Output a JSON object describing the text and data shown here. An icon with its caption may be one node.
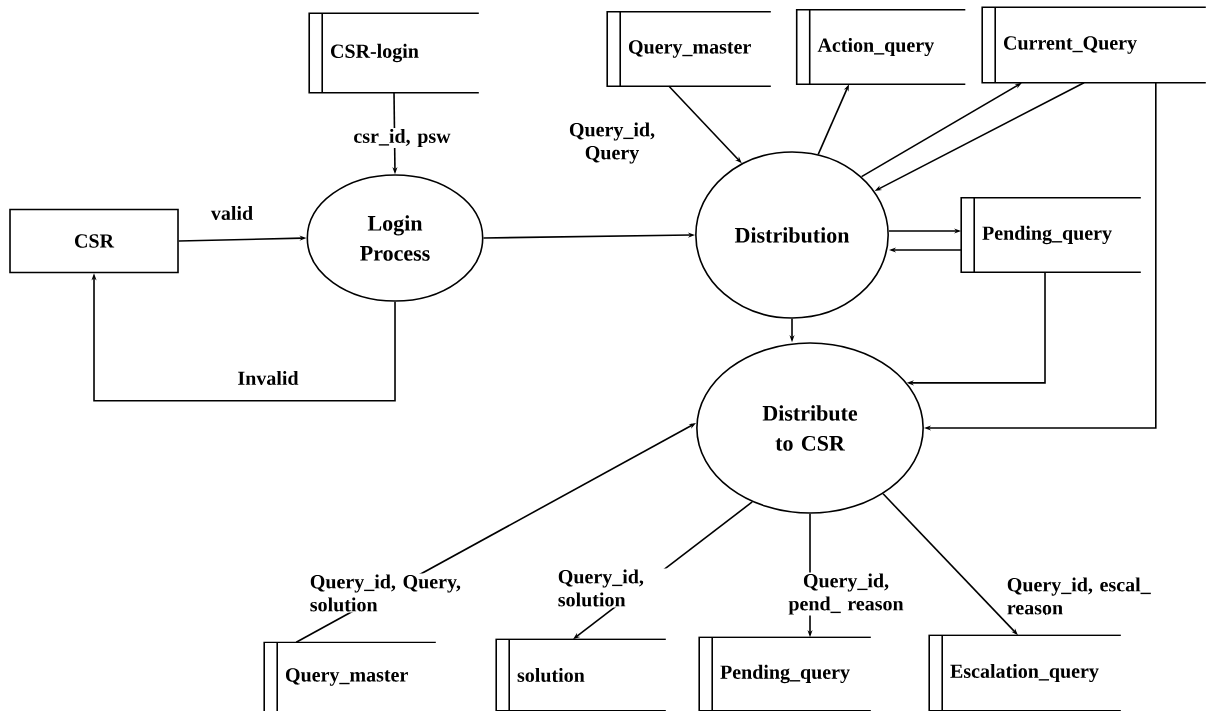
{
  "diagram": {
    "nodes": [
      {
        "text": [
          "CSR"
        ]
      },
      {
        "text": [
          "CSR-login"
        ]
      },
      {
        "text": [
          "Login Process"
        ]
      },
      {
        "text": [
          "Query_master"
        ]
      },
      {
        "text": [
          "Action_query"
        ]
      },
      {
        "text": [
          "Current_Query"
        ]
      },
      {
        "text": [
          "Distribution"
        ]
      },
      {
        "text": [
          "Pending_query"
        ]
      },
      {
        "text": [
          "Distribute to CSR"
        ]
      },
      {
        "text": [
          "Query_master"
        ]
      },
      {
        "text": [
          "solution"
        ]
      },
      {
        "text": [
          "Pending_query"
        ]
      },
      {
        "text": [
          "Escalation_query"
        ]
      }
    ],
    "edges": [
      {
        "from": 0,
        "to": 2,
        "arrow": "to",
        "label": "valid"
      },
      {
        "from": 2,
        "to": 0,
        "arrow": "to",
        "label": "Invalid"
      },
      {
        "from": 1,
        "to": 2,
        "arrow": "to",
        "label": "csr_id, psw"
      },
      {
        "from": 2,
        "to": 6,
        "arrow": "to"
      },
      {
        "from": 3,
        "to": 6,
        "arrow": "to",
        "label": "Query_id, Query"
      },
      {
        "from": 6,
        "to": 4,
        "arrow": "to"
      },
      {
        "from": 6,
        "to": 5,
        "arrow": "to"
      },
      {
        "from": 5,
        "to": 6,
        "arrow": "to"
      },
      {
        "from": 6,
        "to": 7,
        "arrow": "to"
      },
      {
        "from": 7,
        "to": 6,
        "arrow": "to"
      },
      {
        "from": 6,
        "to": 8,
        "arrow": "to"
      },
      {
        "from": 7,
        "to": 8,
        "arrow": "to"
      },
      {
        "from": 5,
        "to": 8,
        "arrow": "to"
      },
      {
        "from": 9,
        "to": 8,
        "arrow": "to",
        "label": "Query_id, Query, solution"
      },
      {
        "from": 8,
        "to": 10,
        "arrow": "to",
        "label": "Query_id, solution"
      },
      {
        "from": 8,
        "to": 11,
        "arrow": "to",
        "label": "Query_id, pend_ reason"
      },
      {
        "from": 8,
        "to": 12,
        "arrow": "to",
        "label": "Query_id, escal_ reason"
      }
    ]
  }
}
